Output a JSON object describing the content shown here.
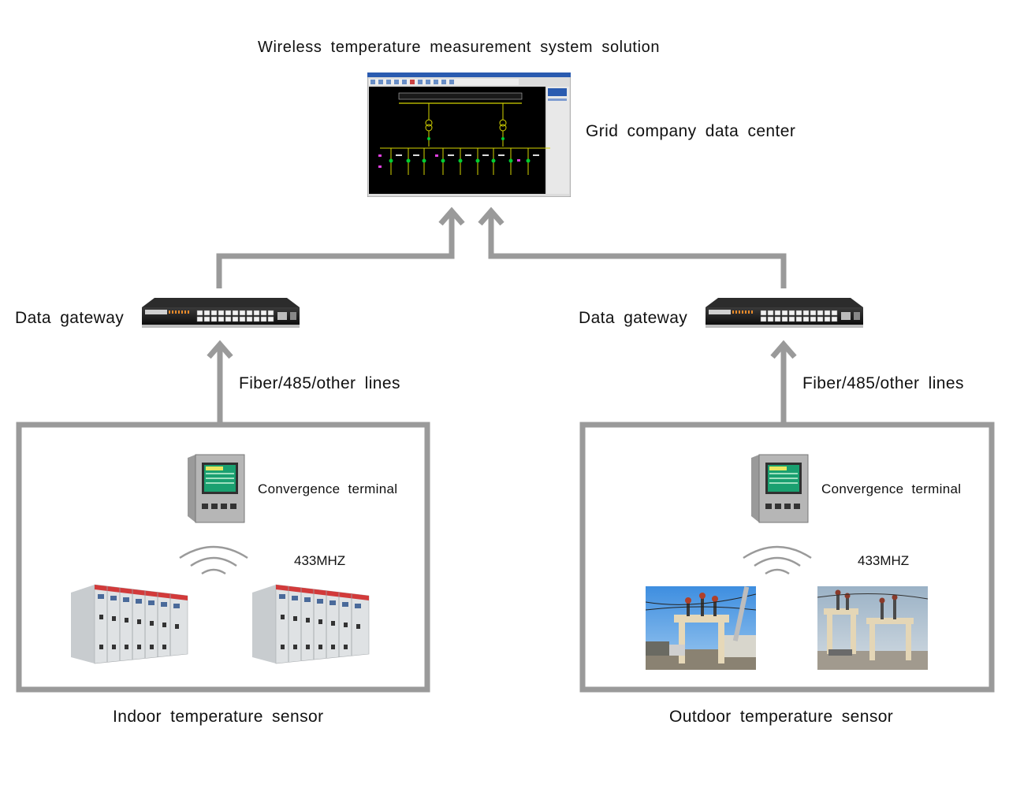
{
  "title": "Wireless temperature measurement system solution",
  "data_center_label": "Grid company data center",
  "gateway_label": "Data gateway",
  "link_label": "Fiber/485/other lines",
  "terminal_label": "Convergence terminal",
  "frequency_label": "433MHZ",
  "indoor_label": "Indoor temperature sensor",
  "outdoor_label": "Outdoor temperature sensor",
  "colors": {
    "connector": "#9a9a9a",
    "screen_bg": "#000000",
    "scada_line": "#d4d400",
    "scada_node": "#00cc33"
  }
}
